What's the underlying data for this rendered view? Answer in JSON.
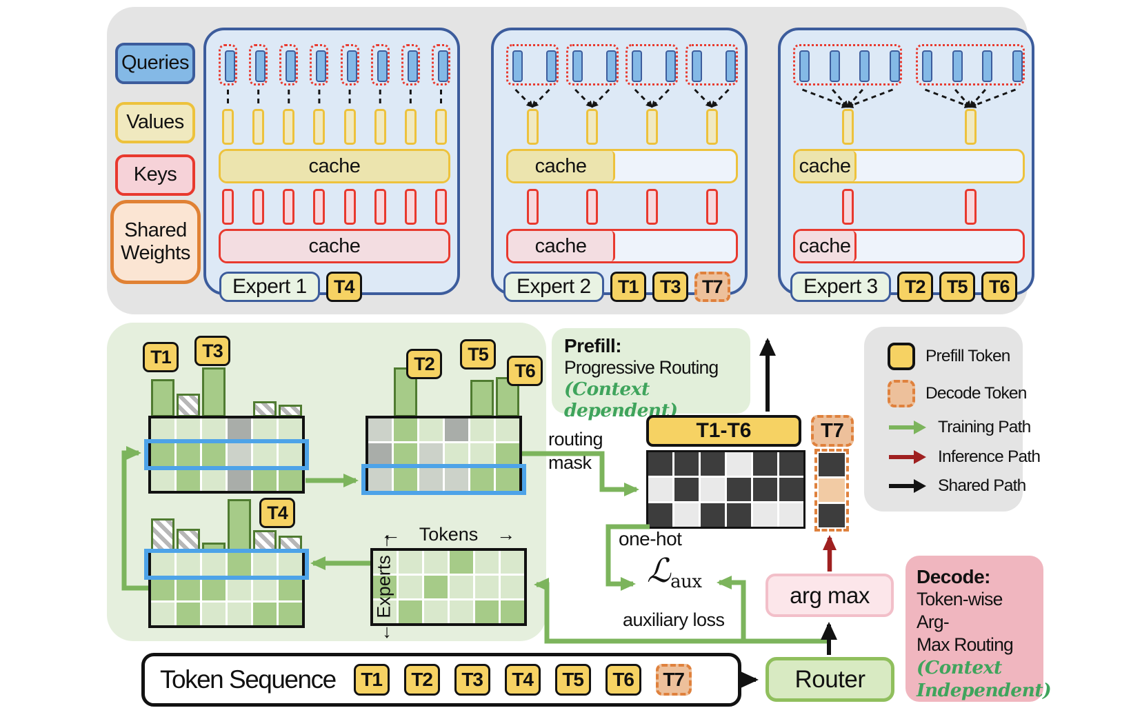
{
  "qkv_legend": [
    {
      "label": "Queries",
      "fill": "#84b9e6",
      "border": "#3c5c9c"
    },
    {
      "label": "Values",
      "fill": "#f0e9bf",
      "border": "#edc23c"
    },
    {
      "label": "Keys",
      "fill": "#f6d2d8",
      "border": "#e8392e"
    },
    {
      "label": "Shared Weights",
      "fill": "#fbe5d3",
      "border": "#e08134"
    }
  ],
  "cache_label": "cache",
  "experts": [
    {
      "name": "Expert 1",
      "query_groups": [
        1,
        1,
        1,
        1,
        1,
        1,
        1,
        1
      ],
      "cache_fill": 1.0,
      "tokens": [
        {
          "label": "T4",
          "type": "prefill"
        }
      ]
    },
    {
      "name": "Expert 2",
      "query_groups": [
        2,
        2,
        2,
        2
      ],
      "cache_fill": 0.47,
      "tokens": [
        {
          "label": "T1",
          "type": "prefill"
        },
        {
          "label": "T3",
          "type": "prefill"
        },
        {
          "label": "T7",
          "type": "decode"
        }
      ]
    },
    {
      "name": "Expert 3",
      "query_groups": [
        4,
        4
      ],
      "cache_fill": 0.27,
      "tokens": [
        {
          "label": "T2",
          "type": "prefill"
        },
        {
          "label": "T5",
          "type": "prefill"
        },
        {
          "label": "T6",
          "type": "prefill"
        }
      ]
    }
  ],
  "histograms": [
    {
      "tokens": [
        "T1",
        "T3"
      ],
      "highlight_row": 1,
      "bars": [
        {
          "col": 0,
          "height": 55,
          "style": "solid"
        },
        {
          "col": 1,
          "height": 34,
          "style": "hatched"
        },
        {
          "col": 2,
          "height": 72,
          "style": "solid"
        },
        {
          "col": 4,
          "height": 23,
          "style": "hatched"
        },
        {
          "col": 5,
          "height": 18,
          "style": "hatched"
        }
      ],
      "cells": [
        [
          "l",
          "l",
          "l",
          "g",
          "l",
          "l"
        ],
        [
          "m",
          "m",
          "m",
          "lg",
          "l",
          "l"
        ],
        [
          "l",
          "m",
          "l",
          "g",
          "m",
          "m"
        ]
      ]
    },
    {
      "tokens": [
        "T2",
        "T5",
        "T6"
      ],
      "highlight_row": 2,
      "bars": [
        {
          "col": 1,
          "height": 72,
          "style": "solid"
        },
        {
          "col": 4,
          "height": 54,
          "style": "solid"
        },
        {
          "col": 5,
          "height": 58,
          "style": "solid"
        }
      ],
      "cells": [
        [
          "lg",
          "m",
          "l",
          "g",
          "l",
          "l"
        ],
        [
          "g",
          "m",
          "lg",
          "l",
          "l",
          "m"
        ],
        [
          "lg",
          "m",
          "lg",
          "lg",
          "m",
          "m"
        ]
      ]
    },
    {
      "tokens": [
        "T4"
      ],
      "highlight_row": 0,
      "bars": [
        {
          "col": 0,
          "height": 48,
          "style": "hatched"
        },
        {
          "col": 1,
          "height": 33,
          "style": "hatched"
        },
        {
          "col": 2,
          "height": 13,
          "style": "solid"
        },
        {
          "col": 3,
          "height": 76,
          "style": "solid"
        },
        {
          "col": 4,
          "height": 31,
          "style": "hatched"
        },
        {
          "col": 5,
          "height": 23,
          "style": "hatched"
        }
      ],
      "cells": [
        [
          "l",
          "l",
          "l",
          "m",
          "l",
          "l"
        ],
        [
          "m",
          "m",
          "m",
          "l",
          "l",
          "m"
        ],
        [
          "l",
          "m",
          "l",
          "l",
          "m",
          "m"
        ]
      ]
    }
  ],
  "token_expert_grid": {
    "x_label": "←  Tokens  →",
    "y_label": "← Experts →",
    "cells": [
      [
        "l",
        "l",
        "l",
        "m",
        "l",
        "l"
      ],
      [
        "m",
        "l",
        "m",
        "l",
        "l",
        "l"
      ],
      [
        "l",
        "m",
        "l",
        "l",
        "m",
        "m"
      ]
    ]
  },
  "prefill_note": {
    "heading": "Prefill:",
    "line1": "Progressive Routing",
    "line2": "(Context dependent)"
  },
  "decode_note": {
    "heading": "Decode:",
    "line1": "Token-wise Arg-",
    "line2": "Max Routing",
    "green1": "(Context",
    "green2": "Independent)"
  },
  "path_legend": [
    {
      "icon": "prefill-token-swatch",
      "label": "Prefill Token"
    },
    {
      "icon": "decode-token-swatch",
      "label": "Decode Token"
    },
    {
      "icon": "training-arrow",
      "label": "Training Path",
      "color": "#7cb45c"
    },
    {
      "icon": "inference-arrow",
      "label": "Inference Path",
      "color": "#9f2020"
    },
    {
      "icon": "shared-arrow",
      "label": "Shared Path",
      "color": "#121212"
    }
  ],
  "routing_mask": {
    "header": "T1-T6",
    "cells": [
      [
        "d",
        "d",
        "d",
        "w",
        "d",
        "d"
      ],
      [
        "w",
        "d",
        "w",
        "d",
        "d",
        "d"
      ],
      [
        "d",
        "w",
        "d",
        "d",
        "w",
        "w"
      ]
    ]
  },
  "decode_column": {
    "header": "T7",
    "cells": [
      "d",
      "t",
      "d"
    ]
  },
  "annotations": {
    "routing_line1": "routing",
    "routing_line2": "mask",
    "one_hot": "one-hot",
    "aux_symbol": "ℒ",
    "aux_sub": "aux",
    "aux_caption": "auxiliary loss",
    "arg_max": "arg max",
    "router": "Router"
  },
  "token_sequence": {
    "label": "Token Sequence",
    "tokens": [
      {
        "label": "T1",
        "type": "prefill"
      },
      {
        "label": "T2",
        "type": "prefill"
      },
      {
        "label": "T3",
        "type": "prefill"
      },
      {
        "label": "T4",
        "type": "prefill"
      },
      {
        "label": "T5",
        "type": "prefill"
      },
      {
        "label": "T6",
        "type": "prefill"
      },
      {
        "label": "T7",
        "type": "decode"
      }
    ]
  },
  "cell_palette": {
    "l": "#d9e8cc",
    "m": "#a6cb88",
    "g": "#a9ada9",
    "lg": "#ccd2c9",
    "vl": "#e7efe0",
    "d": "#3d3d3d",
    "w": "#e9e9e9",
    "t": "#f2cba4"
  },
  "colors": {
    "prefill_yellow": "#f6d263",
    "decode_tan": "#edc09b",
    "decode_border": "#df813d",
    "training_green": "#7cb45c",
    "inference_red": "#9f2020",
    "shared_black": "#121212",
    "highlight_blue": "#4da3e8",
    "mask_dark": "#3d3d3d",
    "mask_light": "#e9e9e9"
  }
}
